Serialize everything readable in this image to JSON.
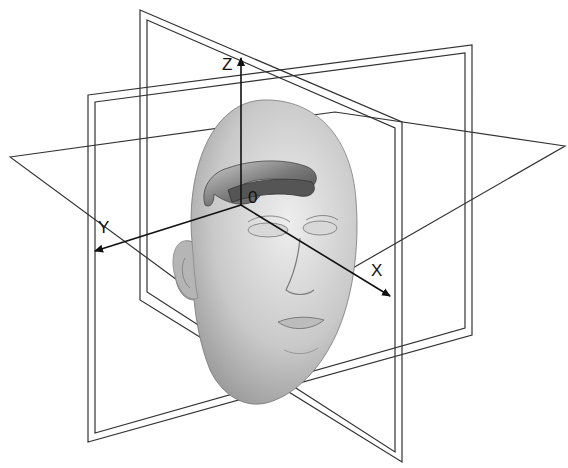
{
  "diagram": {
    "labels": [
      "Z",
      "0",
      "Y",
      "X"
    ]
  }
}
